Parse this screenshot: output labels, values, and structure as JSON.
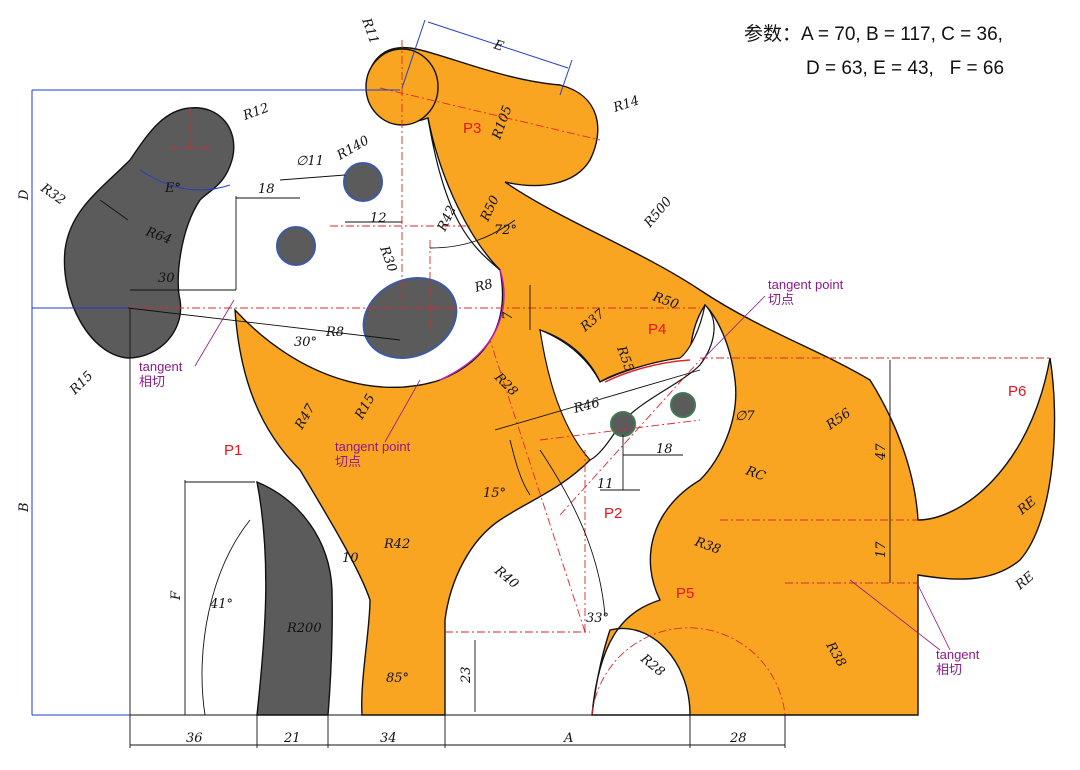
{
  "parameters": {
    "line1": "参数：A = 70, B = 117, C = 36,",
    "line2": "D = 63, E = 43,   F = 66"
  },
  "point_labels": [
    "P1",
    "P2",
    "P3",
    "P4",
    "P5",
    "P6"
  ],
  "dimensions": {
    "r11": "R11",
    "e_top": "E",
    "r105": "R105",
    "r14": "R14",
    "r12": "R12",
    "r140": "R140",
    "d11": "∅11",
    "r32": "R32",
    "e_deg": "E°",
    "d18a": "18",
    "d12": "12",
    "r42a": "R42",
    "r50a": "R50",
    "deg72": "72°",
    "r500": "R500",
    "d_label": "D",
    "r64": "R64",
    "r30": "R30",
    "d30": "30",
    "r8a": "R8",
    "r8b": "R8",
    "deg30": "30°",
    "r15a": "R15",
    "r15b": "R15",
    "r47": "R47",
    "r28a": "R28",
    "r37": "R37",
    "d7": "7",
    "r55": "R55",
    "r50b": "R50",
    "r46": "R46",
    "d7b": "∅7",
    "d18b": "18",
    "d11b": "11",
    "deg15": "15°",
    "rc": "RC",
    "r56": "R56",
    "d47": "47",
    "d17": "17",
    "re1": "RE",
    "re2": "RE",
    "b_label": "B",
    "f_label": "F",
    "deg41": "41°",
    "r200": "R200",
    "d10": "10",
    "r42b": "R42",
    "r40": "R40",
    "deg33": "33°",
    "r38a": "R38",
    "r38b": "R38",
    "r28b": "R28",
    "d23": "23",
    "deg85": "85°",
    "b36": "36",
    "b21": "21",
    "b34": "34",
    "bA": "A",
    "b28": "28"
  },
  "notes": {
    "tangent_left_en": "tangent",
    "tangent_left_cn": "相切",
    "tp_center_en": "tangent point",
    "tp_center_cn": "切点",
    "tp_right_en": "tangent point",
    "tp_right_cn": "切点",
    "tangent_br_en": "tangent",
    "tangent_br_cn": "相切"
  },
  "colors": {
    "body": "#f9a521",
    "dark": "#5b5b5b",
    "hole": "#3a5aa8",
    "small_hole": "#3e7a52",
    "dimension": "#111111",
    "construction": "#e0262b",
    "blue_dim": "#1f3ec9",
    "label": "#e8151b",
    "note": "#8a1a8a"
  }
}
